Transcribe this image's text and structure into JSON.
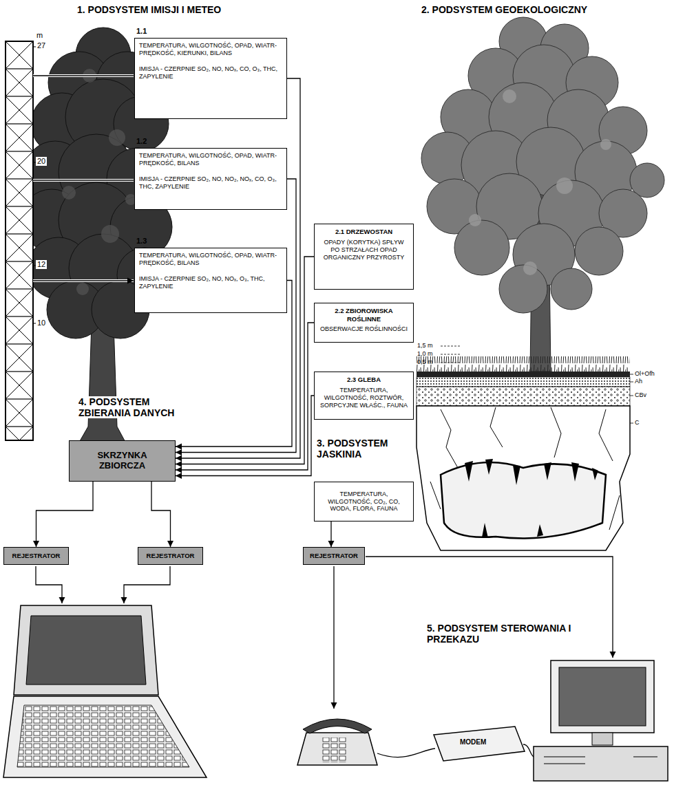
{
  "diagram": {
    "nodes": [
      {
        "text": [
          "1.1",
          "TEMPERATURA, WILGOTNOŚĆ, OPAD, WIATR-PRĘDKOŚĆ, KIERUNKI, BILANS",
          "IMISJA - CZERPNIE SO₂, NO, NOₓ, CO, O₃, THC, ZAPYLENIE"
        ]
      },
      {
        "text": [
          "1.2",
          "TEMPERATURA, WILGOTNOŚĆ, OPAD, WIATR-PRĘDKOŚĆ, BILANS",
          "IMISJA - CZERPNIE SO₂, NO, NO₂, NOₓ, CO, O₃, THC, ZAPYLENIE"
        ]
      },
      {
        "text": [
          "1.3",
          "TEMPERATURA, WILGOTNOŚĆ, OPAD, WIATR-PRĘDKOŚĆ, BILANS",
          "IMISJA - CZERPNIE SO₂, NO, NOₓ, O₃, THC, ZAPYLENIE"
        ]
      },
      {
        "text": [
          "2.1 DRZEWOSTAN",
          "OPADY (KORYTKA) SPŁYW PO STRZAŁACH OPAD ORGANICZNY PRZYROSTY"
        ]
      },
      {
        "text": [
          "2.2 ZBIOROWISKA ROŚLINNE",
          "OBSERWACJE ROŚLINNOŚCI"
        ]
      },
      {
        "text": [
          "2.3 GLEBA",
          "TEMPERATURA, WILGOTNOŚĆ, ROZTWÓR, SORPCYJNE WŁAŚC., FAUNA"
        ]
      },
      {
        "text": [
          "TEMPERATURA, WILGOTNOŚĆ, CO₂, CO, WODA, FLORA, FAUNA"
        ]
      },
      {
        "text": [
          "SKRZYNKA ZBIORCZA"
        ]
      },
      {
        "text": [
          "REJESTRATOR"
        ]
      },
      {
        "text": [
          "REJESTRATOR"
        ]
      },
      {
        "text": [
          "REJESTRATOR"
        ]
      }
    ],
    "edges": [
      {
        "from": 0,
        "to": 7,
        "arrow": "to"
      },
      {
        "from": 1,
        "to": 7,
        "arrow": "to"
      },
      {
        "from": 2,
        "to": 7,
        "arrow": "to"
      },
      {
        "from": 3,
        "to": 7,
        "arrow": "to"
      },
      {
        "from": 4,
        "to": 7,
        "arrow": "to"
      },
      {
        "from": 5,
        "to": 7,
        "arrow": "to"
      },
      {
        "from": 6,
        "to": 10,
        "arrow": "to"
      },
      {
        "from": 7,
        "to": 8,
        "arrow": "to"
      },
      {
        "from": 7,
        "to": 9,
        "arrow": "to"
      }
    ],
    "labels": [
      "1. PODSYSTEM IMISJI I METEO",
      "2. PODSYSTEM GEOEKOLOGICZNY",
      "m",
      "27",
      "20",
      "12",
      "10",
      "1,5 m",
      "1,0 m",
      "0,5 m",
      "Ol+Ofh",
      "Ah",
      "CBv",
      "C",
      "4. PODSYSTEM ZBIERANIA DANYCH",
      "3. PODSYSTEM JASKINIA",
      "5. PODSYSTEM STEROWANIA I PRZEKAZU",
      "MODEM"
    ]
  }
}
